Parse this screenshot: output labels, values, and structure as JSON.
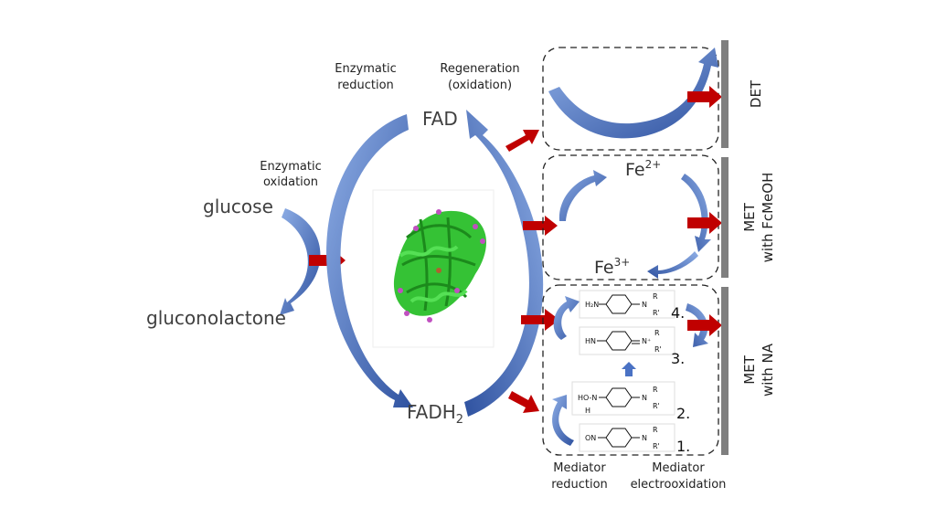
{
  "labels": {
    "enzymatic_oxidation_1": "Enzymatic",
    "enzymatic_oxidation_2": "oxidation",
    "enzymatic_reduction_1": "Enzymatic",
    "enzymatic_reduction_2": "reduction",
    "regeneration_1": "Regeneration",
    "regeneration_2": "(oxidation)",
    "glucose": "glucose",
    "gluconolactone": "gluconolactone",
    "fad": "FAD",
    "fadh2_base": "FADH",
    "fadh2_sub": "2",
    "fe2_base": "Fe",
    "fe2_sup": "2+",
    "fe3_base": "Fe",
    "fe3_sup": "3+",
    "mediator_reduction_1": "Mediator",
    "mediator_reduction_2": "reduction",
    "mediator_electrooxidation_1": "Mediator",
    "mediator_electrooxidation_2": "electrooxidation"
  },
  "side_labels": {
    "det": "DET",
    "met_fc_1": "MET",
    "met_fc_2": "with FcMeOH",
    "met_na_1": "MET",
    "met_na_2": "with NA"
  },
  "compounds": [
    {
      "number": "4.",
      "left_group": "H₂N",
      "right_group": "N",
      "r1": "R",
      "r2": "R'"
    },
    {
      "number": "3.",
      "left_group": "HN",
      "right_group": "N⁺",
      "r1": "R",
      "r2": "R'"
    },
    {
      "number": "2.",
      "left_group": "HO-N",
      "left_sub": "H",
      "right_group": "N",
      "r1": "R",
      "r2": "R'"
    },
    {
      "number": "1.",
      "left_group": "ON",
      "right_group": "N",
      "r1": "R",
      "r2": "R'"
    }
  ],
  "colors": {
    "blue_arrow": "#4a72c4",
    "blue_dark": "#2f52a0",
    "red_arrow": "#c00000",
    "electrode": "#7f7f7f",
    "protein": "#2fb82f"
  },
  "icons": [
    "protein-structure-image"
  ]
}
